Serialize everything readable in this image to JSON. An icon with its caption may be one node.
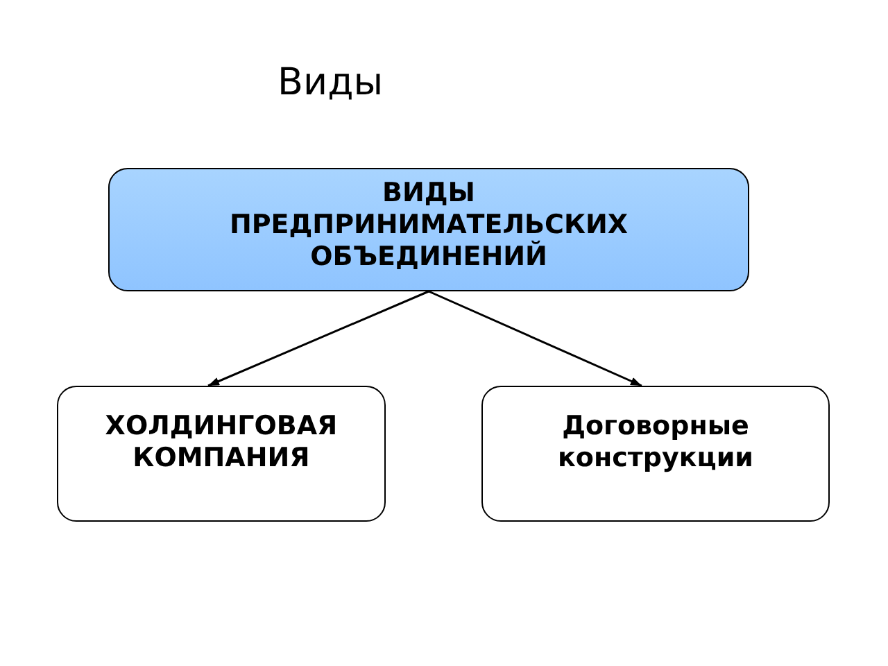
{
  "diagram": {
    "title": "Виды",
    "nodes": [
      {
        "text": [
          "ВИДЫ ПРЕДПРИНИМАТЕЛЬСКИХ ОБЪЕДИНЕНИЙ"
        ]
      },
      {
        "text": [
          "ХОЛДИНГОВАЯ КОМПАНИЯ"
        ]
      },
      {
        "text": [
          "Договорные конструкции"
        ]
      }
    ],
    "edges": [
      {
        "from": 0,
        "to": 1,
        "arrow": "to"
      },
      {
        "from": 0,
        "to": 2,
        "arrow": "to"
      }
    ]
  }
}
